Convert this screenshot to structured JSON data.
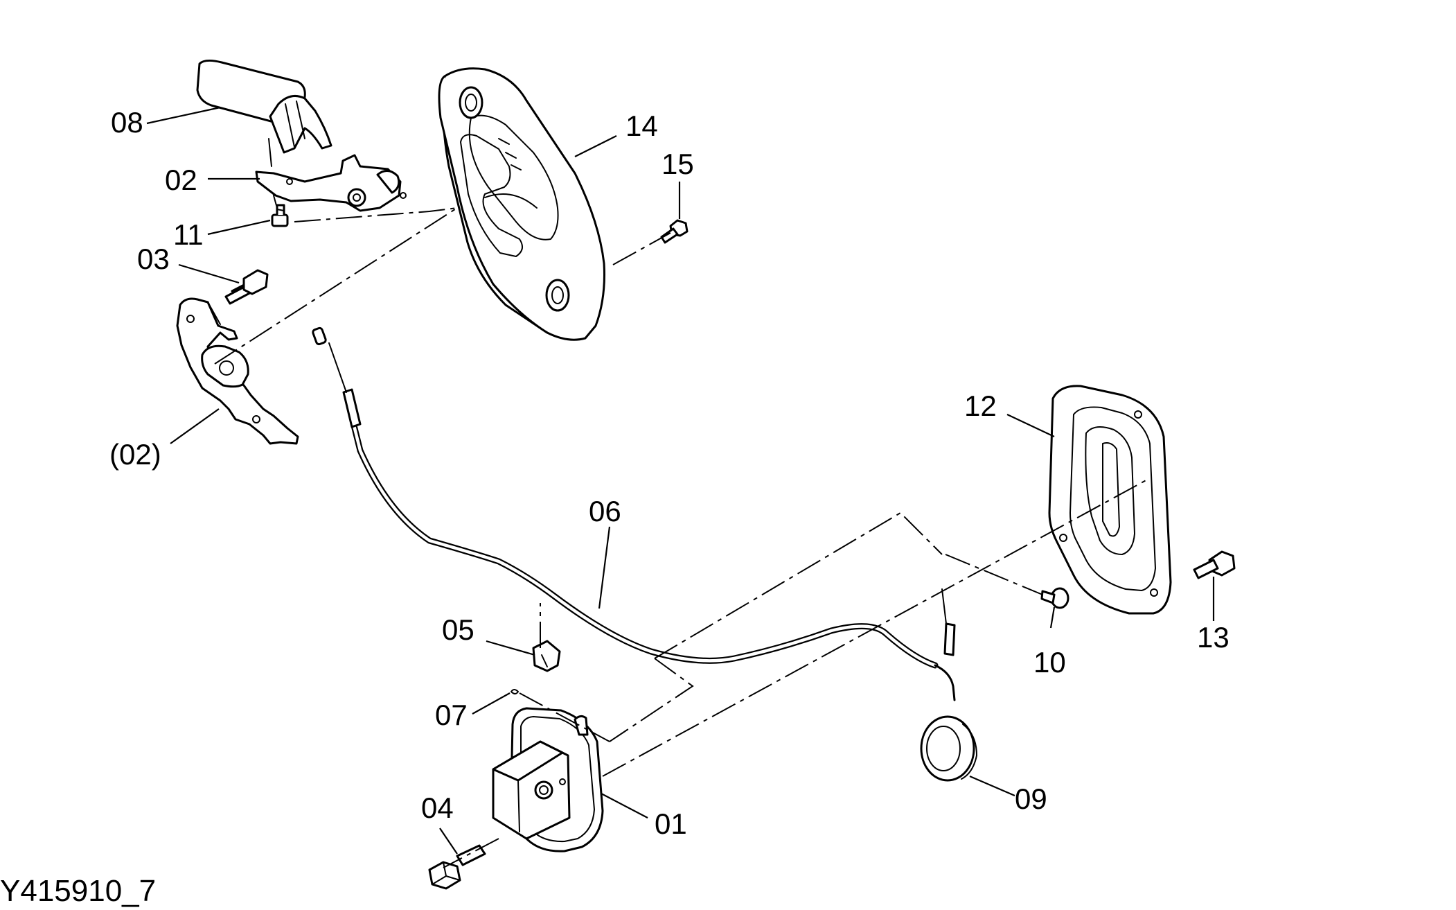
{
  "drawing_id": "Y415910_7",
  "callouts": {
    "c01": "01",
    "c02": "02",
    "c02b": "(02)",
    "c03": "03",
    "c04": "04",
    "c05": "05",
    "c06": "06",
    "c07": "07",
    "c08": "08",
    "c09": "09",
    "c10": "10",
    "c11": "11",
    "c12": "12",
    "c13": "13",
    "c14": "14",
    "c15": "15"
  },
  "colors": {
    "line": "#000000",
    "background": "#ffffff"
  }
}
